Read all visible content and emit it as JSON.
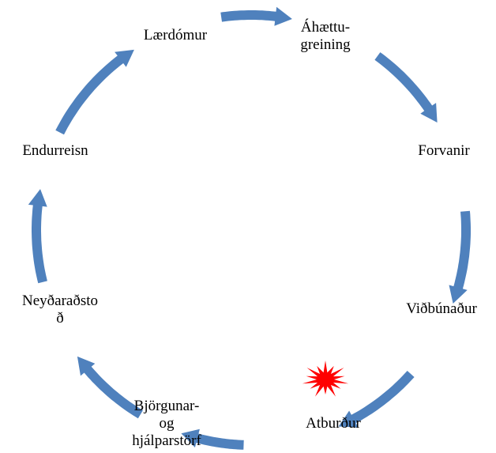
{
  "diagram": {
    "type": "cycle",
    "arrow_color": "#4F81BD",
    "event_marker": {
      "icon": "explosion-burst-icon",
      "color": "#FF0000"
    },
    "steps": [
      {
        "id": "laerdomur",
        "lines": [
          "Lærdómur"
        ]
      },
      {
        "id": "ahaettugreining",
        "lines": [
          "Áhættu-",
          "greining"
        ]
      },
      {
        "id": "forvanir",
        "lines": [
          "Forvanir"
        ]
      },
      {
        "id": "vidbunadur",
        "lines": [
          "Viðbúnaður"
        ]
      },
      {
        "id": "atburdur",
        "lines": [
          "Atburður"
        ]
      },
      {
        "id": "bjorgunar",
        "lines": [
          "Björgunar-",
          "og",
          "hjálparstörf"
        ]
      },
      {
        "id": "neydaradstod",
        "lines": [
          "Neyðaraðsto",
          "ð"
        ]
      },
      {
        "id": "endurreisn",
        "lines": [
          "Endurreisn"
        ]
      }
    ]
  }
}
